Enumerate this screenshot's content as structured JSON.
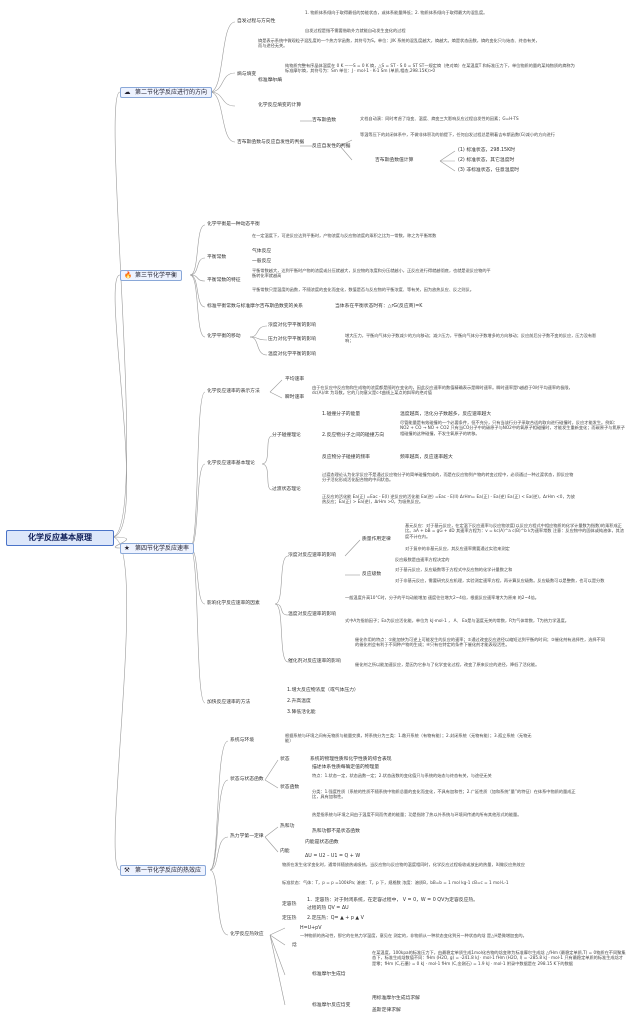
{
  "root": "化学反应基本原理",
  "s2": {
    "title": "第二节化学反应进行的方向",
    "icon": "cloud-icon",
    "a1": "自发过程与方向性",
    "a1_t1": "1. 物质体系倾向于取得最低的势能状态，或体系能量降低；2. 物质体系倾向于取得最大的混乱度。",
    "a1_t2": "自发过程是指不需要借助外力就能自动发生变化的过程",
    "a2": "熵与熵变",
    "a2_t1": "熵是表示系统中微观粒子混乱度的一个热力学函数，其符号为S。单位：J/K 系统的混乱度越大，熵越大。熵是状态函数，熵的变化只与始态、终态有关，而与途径无关。",
    "a2_b": "标准摩尔熵",
    "a2_b_t": "纯物质完整有序晶体温度在 0 K ——S = 0 K 熵，△S = ST - S 0 = ST ST—规定熵（绝对熵）在某温度T 和标准压力下，单位物质的量的某纯物质的熵称为标准摩尔熵，其符号为：Sm 单位：J · mol-1 · K-1 Sm (单质,相态,298.15K)>0",
    "a3": "化学反应熵变的计算",
    "a4": "吉布斯函数与反应自发性的判据",
    "a4_b1": "吉布斯函数",
    "a4_b1_t": "文档自动演：同时考虑了焓变、温度、熵变三大影响反应过程自发性的因素；G=H-TS",
    "a4_b2": "反应自发性的判据",
    "a4_b2_t": "等温等压下的封闭体系中，不做非体积功的前提下，任何自发过程总是朝着吉布斯函数(G)减小的方向进行",
    "a4_b3": "吉布斯函数值计算",
    "a4_b3_i": [
      "(1) 标准状态，298.15K时",
      "(2) 标准状态，其它温度时",
      "(3) 非标准状态，任意温度时"
    ]
  },
  "s3": {
    "title": "第三节化学平衡",
    "icon": "fire-icon",
    "a1": "化学平衡是一种动态平衡",
    "a2": "平衡常数",
    "a2_t1": "在一定温度下，可逆反应达到平衡时，产物浓度与反应物浓度的乘积之比为一常数，称之为平衡常数",
    "a2_t2": "气体反应",
    "a2_t3": "一般反应",
    "a2_t4": "平衡常数越大，达到平衡时产物的浓度或分压就越大，反应物的浓度和分压就越小，正反应进行得就越彻底，也就是说反应物的平衡转化率就越高",
    "a3": "平衡常数的特征",
    "a3_t1": "平衡常数只是温度的函数，不随浓度的变化而变化，数值是否与反应物的平衡浓度、等有关，因为放热反应、反之则反。",
    "a4": "标准平衡常数与标准摩尔吉布斯函数变的关系",
    "a4_t": "当体系在平衡状态时有：△rG(反应商)=K",
    "a5": "化学平衡的移动",
    "a5_b1": "浓度对化学平衡的影响",
    "a5_b2": "压力对化学平衡的影响",
    "a5_b2_t": "增大压力，平衡向气体分子数减少的方向移动；减少压力，平衡向气体分子数增多的方向移动；反应前后分子数不变的反应，压力没有影响；",
    "a5_b3": "温度对化学平衡的影响"
  },
  "s4": {
    "title": "第四节化学反应速率",
    "icon": "star-icon",
    "a1": "化学反应速率的表示方法",
    "a1_b1": "平均速率",
    "a1_b2": "瞬时速率",
    "a1_b2_t": "由于在反应中反应物和生成物的浓度都是随时在变化的，因此反应速率的数值精确表示是瞬时速率。瞬时速率是h越趋于0时平均速率的极限，dc(A)/dt 为导数。它的几何意义是c-t曲线上某点的斜率的绝对值",
    "a2": "化学反应速率基本理论",
    "a2_b1": "分子碰撞理论",
    "a2_b1_t1": "1.碰撞分子的能量",
    "a2_b1_t1b": "温度越高，活化分子数越多，反应速率越大",
    "a2_b1_t2": "2.反应物分子之间的碰撞方向",
    "a2_b1_t2b": "尽管能量是有效碰撞的一个必要条件，但不充分，只有当该行分子采取合适的取向进行碰撞时，反应才能发生。例如：NO2 + CO → NO + CO2 只有当CO分子中的碳原子与NO2中的氧原子相碰撞时，才能发生重新变化；而碳原子与氮原子相碰撞的这种碰撞，不发生氧原子的转移。",
    "a2_b1_t3": "反应物分子碰撞的频率",
    "a2_b1_t3b": "频率越高，反应速率越大",
    "a2_b2": "过渡状态理论",
    "a2_b2_t1": "过渡态理论认为化学反应不是通过反应物分子的简单碰撞完成的，而是在反应物到产物的转变过程中，必须通过一种过渡状态，即反应物分子活化形成活化配合物的中间状态。",
    "a2_b2_t2": "正反应的活化能 Ea(正) =Eac - E(I) 逆反应的活化能 Ea(逆) =Eac - E(II) ΔrHm= Ea(正) - Ea(逆) Ea(正) < Ea(逆)，ΔrHm <0，为放热反应；Ea(正) > Ea(逆)，ΔrHm >0，为吸热反应。",
    "a3": "影响化学反应速率的因素",
    "a3_b1": "浓度对反应速率的影响",
    "a3_b1_c1": "质量作用定律",
    "a3_b1_c1_t1": "基元反应：对于基元反应，在定温下反应速率与反应物浓度(以反应方程式中相应物质的化学计量数为指数)的乘积成正比。aA + bB = gG + dD 其速率方程为：v = kc(A)^a c(B)^b k为速率常数 注意：反应物中的固体或纯液体，其浓度不计在内。",
    "a3_b1_c1_t2": "对于复杂的非基元反应，其反应速率需要通过实验来测定",
    "a3_b1_c2": "反应级数",
    "a3_b1_c2_t1": "反应级数是由速率方程决定的",
    "a3_b1_c2_t2": "对于基元反应，反应级数等于方程式中反应物的化学计量数之和",
    "a3_b1_c2_t3": "对于非基元反应，需要研究反应机理，实验测定速率方程，再计算反应级数。反应级数可以是整数，也可以是分数",
    "a3_b2": "温度对反应速率的影响",
    "a3_b2_t1": "一般温度升高10°C时，分子的平均动能增加 速度往往增大2~4倍，根据反应速率增大为原来 的2~4倍。",
    "a3_b2_t2": "式中A为指前因子；Ea为反应活化能，单位为 kJ·mol-1 ， A、 Ea是与温度无关的常数，R为气体常数，T为热力学温度。",
    "a3_b3": "催化剂对反应速率的影响",
    "a3_b3_t1": "催化作用的特点：①能加快为可逆上可能发生的反应的速率；②通过改变反应途径以缩短达到平衡的时间；③催化剂有选择性，选择不同的催化剂会有利于不同种产物的生成；④只有在特定的条件下催化剂才能表现活性。",
    "a3_b3_t2": "催化剂之所以能加速反应，是因为它参与了化学变化过程，改变了原来反应的途径，降低了活化能。",
    "a4": "加快反应速率的方法",
    "a4_i": [
      "1.增大反应物浓度（或气体压力）",
      "2.升高温度",
      "3.降低活化能"
    ]
  },
  "s1": {
    "title": "第一节化学反应的热效应",
    "icon": "tools-icon",
    "a1": "系统与环境",
    "a1_t": "根据系统与环境之间有无物质与能量交换，将系统分为三类：1.敞开系统（有物有能）；2.封闭系统（无物有能）；3.孤立系统（无物无能）",
    "a2": "状态与状态函数",
    "a2_b1": "状态",
    "a2_b1_t": "系统的物理性质和化学性质的综合表现",
    "a2_b2": "状态函数",
    "a2_b2_t1": "描述体系性质每确定值的物理量",
    "a2_b2_t2": "特点：1.状态一定，状态函数一定；2.状态函数的变化值只与系统的始态与终态有关，与途径无关",
    "a2_b2_t3": "分类：1.强度性质（系统的性质不随系统中物质总量的变化而变化，不具有加和性；2.广延性质（加和系统“量”的特征）在体系中物质的量成正比，具有加和性。",
    "a3": "热力学第一定律",
    "a3_b1": "热和功",
    "a3_b1_t1": "热是指系统与环境之间由于温度不同而传递的能量；功是指除了热以外系统与环境间传递的所有其他形式的能量。",
    "a3_b1_t2": "热和功都不是状态函数",
    "a3_b2": "内能",
    "a3_b2_t1": "内能是状态函数",
    "a3_b2_t2": "ΔU = U2 – U1 = Q + W",
    "a4": "化学反应热效应",
    "a4_t1": "物质在发生化学变化时，通常伴随放热或吸热，当反应物与反应物的温度相同时，化学反应过程吸收或放出的热量，叫做反应热效应",
    "a4_t2": "标准状态：气体：T，p = p =100kPa; 溶液：T，p 下，规格数 浓度：溶质B，bB=b = 1 mol kg-1 cB=c = 1 mol·L-1",
    "a4_b1": "定容热",
    "a4_b1_t1": "1．定容热：对于封闭系统，在定容过程中， V = 0，W = 0 QV为定容反应热。",
    "a4_b1_t2": "过程的热 QV = ΔU",
    "a4_b2": "定压热",
    "a4_b2_t": "2.定压热：Q= ▲ + p ▲ V",
    "a4_b3": "焓",
    "a4_b3_t1": "H=U+pV",
    "a4_b3_t2": "一种物质的热动性，那它的在热力学温度，意见在 测定的，非物质从一种状态变化到另一种状态的焓 是△H是微增加变的。",
    "a4_b4": "标准摩尔生成焓",
    "a4_b4_t": "在某温度，100kpa的标准压力下，由最稳定单质生成1mol化合物的焓变称为标准摩尔生成焓 △fHm (最稳定单质,T) = 0物质在不同聚集态下，标准生成焓数值不同：fHm (H2O, g) = -241.8 kJ · mol-1 fHm (H2O, l) = -285.8 kJ · mol-1 只有最稳定单质的标准生成焓才是零；fHm (C,石墨) = 0 kJ · mol-1 fHm (C,金刚石) = 1.9 kJ · mol-1 附录中数据是在 298.15 K下的数据",
    "a4_b5": "标准摩尔反应焓变",
    "a4_b5_t1": "用标准摩尔生成焓求解",
    "a4_b5_t2": "盖斯定律求解"
  },
  "colors": {
    "line": "#8c8c8c",
    "rootBorder": "#4a73c8",
    "chipBorder": "#8aa8d8"
  }
}
